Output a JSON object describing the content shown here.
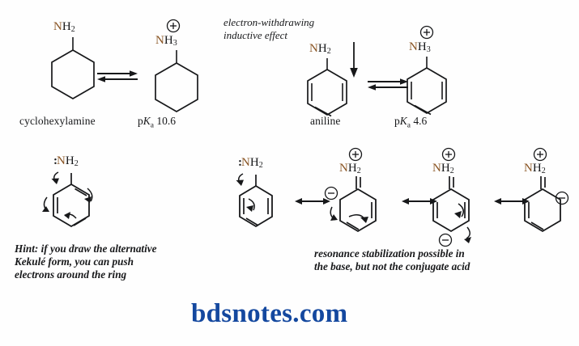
{
  "figure": {
    "type": "chemistry-reaction-diagram",
    "background": "#ffffff",
    "ink_color": "#17181a",
    "nitrogen_color": "#8a5524",
    "watermark_color": "#14489f"
  },
  "top_row": {
    "left_reaction": {
      "reactant": {
        "ring": "cyclohexane",
        "substituent": "NH2",
        "substituent_n": "N",
        "substituent_h": "H",
        "substituent_sub": "2",
        "name_label": "cyclohexylamine"
      },
      "equilibrium_arrow": "equilibrium-double-arrow",
      "product": {
        "ring": "cyclohexane",
        "substituent_n": "N",
        "substituent_h": "H",
        "substituent_sub": "3",
        "charge": "+",
        "pka_prefix": "p",
        "pka_k": "K",
        "pka_sub": "a",
        "pka_value": "10.6"
      }
    },
    "annotation": {
      "text": "electron-withdrawing\ninductive effect",
      "arrow": "downward-inductive-arrow"
    },
    "right_reaction": {
      "reactant": {
        "ring": "benzene",
        "substituent_n": "N",
        "substituent_h": "H",
        "substituent_sub": "2",
        "name_label": "aniline"
      },
      "equilibrium_arrow": "equilibrium-double-arrow",
      "product": {
        "ring": "benzene",
        "substituent_n": "N",
        "substituent_h": "H",
        "substituent_sub": "3",
        "charge": "+",
        "pka_prefix": "p",
        "pka_k": "K",
        "pka_sub": "a",
        "pka_value": "4.6"
      }
    }
  },
  "bottom_row": {
    "hint_structure": {
      "ring": "benzene-kekule",
      "lone_pair": ":",
      "substituent_n": "N",
      "substituent_h": "H",
      "substituent_sub": "2",
      "curly_arrows": 4
    },
    "hint_text": "Hint: if you draw the alternative\nKekulé form, you can push\nelectrons around the ring",
    "resonance": {
      "structures": [
        {
          "id": "resonance-1",
          "ring": "benzene",
          "lone_pair": ":",
          "substituent_n": "N",
          "substituent_h": "H",
          "substituent_sub": "2",
          "charges": []
        },
        {
          "id": "resonance-2",
          "ring": "cyclohexadiene-imine",
          "substituent_n": "N",
          "substituent_h": "H",
          "substituent_sub": "2",
          "charges": [
            "+",
            "−"
          ],
          "n_charge": "+",
          "ring_charge": "−"
        },
        {
          "id": "resonance-3",
          "ring": "cyclohexadiene-imine",
          "substituent_n": "N",
          "substituent_h": "H",
          "substituent_sub": "2",
          "charges": [
            "+",
            "−"
          ],
          "n_charge": "+",
          "ring_charge": "−"
        },
        {
          "id": "resonance-4",
          "ring": "cyclohexadiene-imine",
          "substituent_n": "N",
          "substituent_h": "H",
          "substituent_sub": "2",
          "charges": [
            "+",
            "−"
          ],
          "n_charge": "+",
          "ring_charge": "−"
        }
      ],
      "arrow_label": "resonance-double-headed-arrow",
      "arrow_count": 3
    },
    "caption": "resonance stabilization possible in\nthe base, but not the conjugate acid"
  },
  "watermark": {
    "text": "bdsnotes.com"
  }
}
